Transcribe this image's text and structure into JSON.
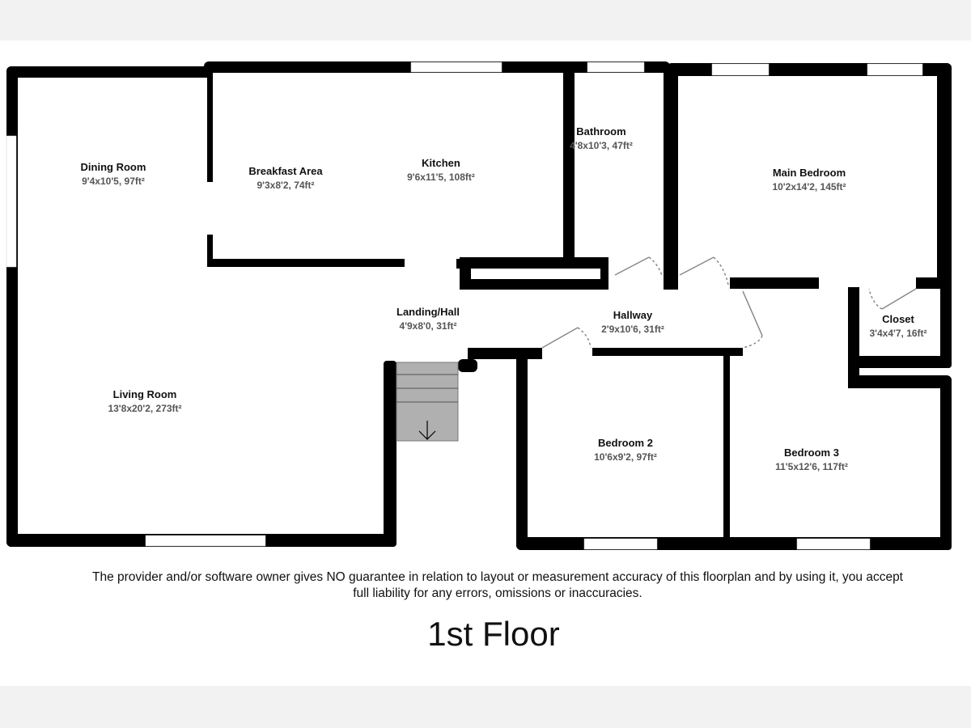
{
  "floor_title": "1st Floor",
  "disclaimer": {
    "line1": "The provider and/or software owner gives NO guarantee in relation to layout or measurement accuracy of this floorplan and by using it, you accept",
    "line2": "full liability for any errors, omissions or inaccuracies."
  },
  "rooms": [
    {
      "name": "Dining Room",
      "dims": "9'4x10'5, 97ft²"
    },
    {
      "name": "Breakfast Area",
      "dims": "9'3x8'2, 74ft²"
    },
    {
      "name": "Kitchen",
      "dims": "9'6x11'5, 108ft²"
    },
    {
      "name": "Bathroom",
      "dims": "4'8x10'3, 47ft²"
    },
    {
      "name": "Main Bedroom",
      "dims": "10'2x14'2, 145ft²"
    },
    {
      "name": "Landing/Hall",
      "dims": "4'9x8'0, 31ft²"
    },
    {
      "name": "Hallway",
      "dims": "2'9x10'6, 31ft²"
    },
    {
      "name": "Closet",
      "dims": "3'4x4'7, 16ft²"
    },
    {
      "name": "Living Room",
      "dims": "13'8x20'2, 273ft²"
    },
    {
      "name": "Bedroom 2",
      "dims": "10'6x9'2, 97ft²"
    },
    {
      "name": "Bedroom 3",
      "dims": "11'5x12'6, 117ft²"
    }
  ]
}
